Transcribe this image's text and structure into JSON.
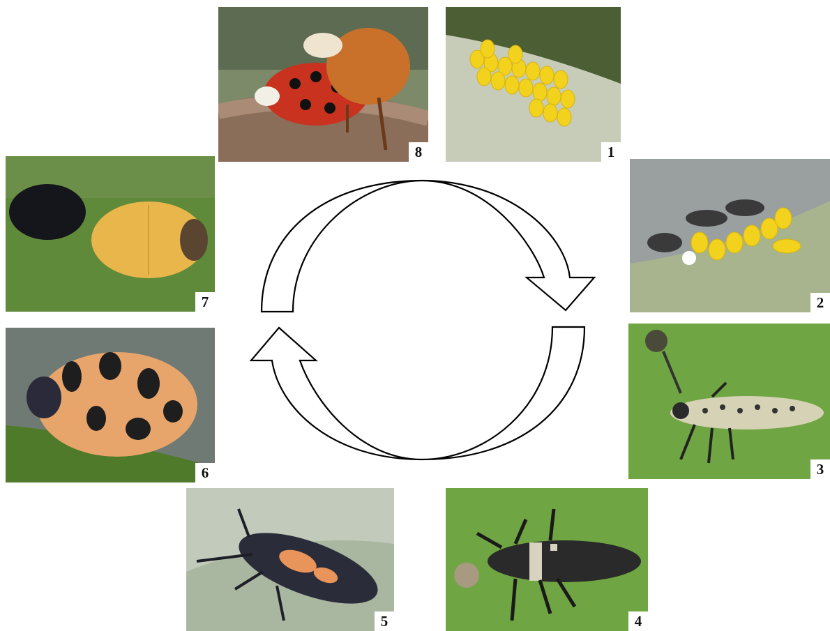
{
  "stages": [
    {
      "id": "1",
      "number": "1",
      "icon": "egg-cluster-icon"
    },
    {
      "id": "2",
      "number": "2",
      "icon": "hatching-larvae-icon"
    },
    {
      "id": "3",
      "number": "3",
      "icon": "first-instar-larva-icon"
    },
    {
      "id": "4",
      "number": "4",
      "icon": "second-instar-larva-icon"
    },
    {
      "id": "5",
      "number": "5",
      "icon": "late-instar-larva-icon"
    },
    {
      "id": "6",
      "number": "6",
      "icon": "pupa-icon"
    },
    {
      "id": "7",
      "number": "7",
      "icon": "emerging-adult-icon"
    },
    {
      "id": "8",
      "number": "8",
      "icon": "mating-adults-icon"
    }
  ],
  "colors": {
    "leaf": "#6f9a3c",
    "egg": "#f2d21c",
    "ladybird_red": "#c8321e",
    "ladybird_orange": "#c9712a",
    "larva_dark": "#222222",
    "arrow_stroke": "#000000"
  }
}
